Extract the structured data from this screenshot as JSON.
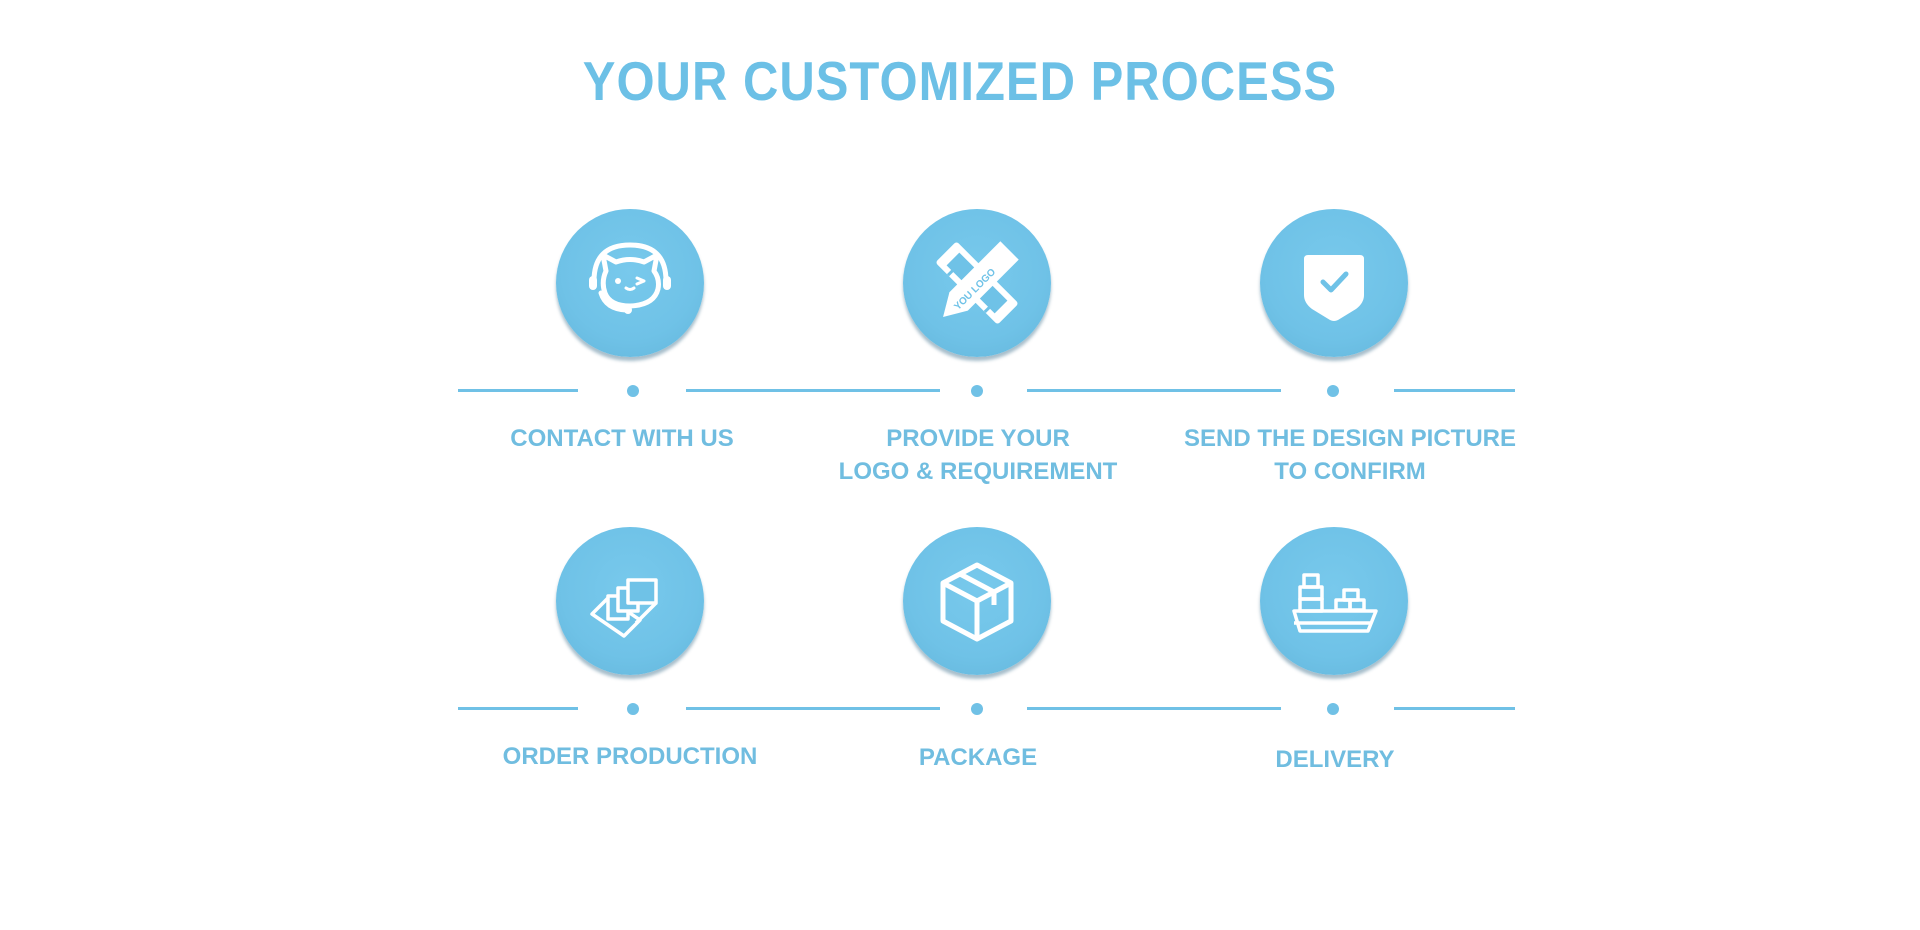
{
  "title": "YOUR CUSTOMIZED PROCESS",
  "colors": {
    "accent": "#70c1e6",
    "label": "#70bde0",
    "background": "#ffffff"
  },
  "steps": [
    {
      "lines": [
        "CONTACT WITH US"
      ],
      "icon": "customer-service-headset-icon"
    },
    {
      "lines": [
        "PROVIDE YOUR",
        "LOGO & REQUIREMENT"
      ],
      "icon": "pencil-ruler-design-icon",
      "icon_text": "YOU LOGO"
    },
    {
      "lines": [
        "SEND THE DESIGN PICTURE",
        "TO CONFIRM"
      ],
      "icon": "shield-check-icon"
    },
    {
      "lines": [
        "ORDER PRODUCTION"
      ],
      "icon": "production-sheets-icon"
    },
    {
      "lines": [
        "PACKAGE"
      ],
      "icon": "package-box-icon"
    },
    {
      "lines": [
        "DELIVERY"
      ],
      "icon": "cargo-ship-icon"
    }
  ]
}
